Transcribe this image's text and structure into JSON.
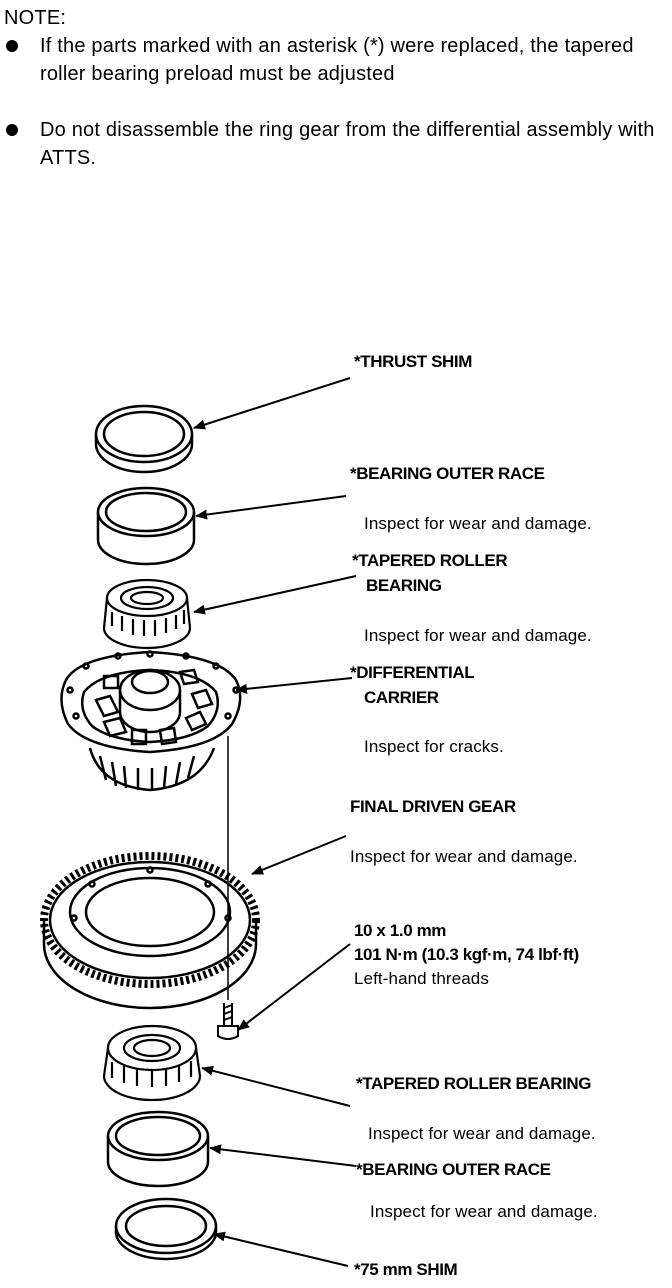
{
  "note": {
    "title": "NOTE:",
    "bullets": [
      "If the parts marked with an asterisk (*) were replaced, the tapered roller bearing preload must be adjusted",
      "Do not disassemble the ring gear from the differential assembly with ATTS."
    ]
  },
  "labels": {
    "thrust_shim": "*THRUST SHIM",
    "bearing_outer_race_top": "*BEARING OUTER RACE",
    "bearing_outer_race_top_note": "Inspect for wear and damage.",
    "tapered_roller_bearing_top_1": "*TAPERED ROLLER",
    "tapered_roller_bearing_top_2": "BEARING",
    "tapered_roller_bearing_top_note": "Inspect for wear and damage.",
    "differential_carrier_1": "*DIFFERENTIAL",
    "differential_carrier_2": "CARRIER",
    "differential_carrier_note": "Inspect for cracks.",
    "final_driven_gear": "FINAL DRIVEN GEAR",
    "final_driven_gear_note": "Inspect for wear and damage.",
    "bolt_size": "10 x 1.0 mm",
    "bolt_torque": "101 N·m (10.3 kgf·m, 74 lbf·ft)",
    "bolt_thread": "Left-hand threads",
    "tapered_roller_bearing_bottom": "*TAPERED ROLLER BEARING",
    "tapered_roller_bearing_bottom_note": "Inspect for wear and damage.",
    "bearing_outer_race_bottom": "*BEARING OUTER RACE",
    "bearing_outer_race_bottom_note": "Inspect for wear and damage.",
    "shim_75": "*75 mm SHIM"
  }
}
